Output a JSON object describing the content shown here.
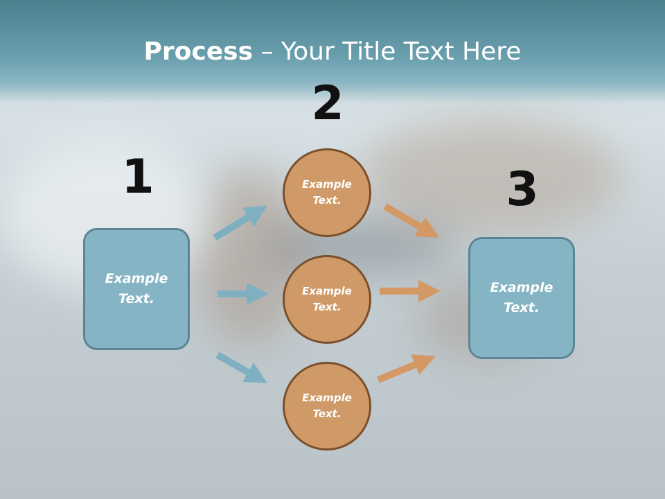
{
  "slide": {
    "title_bold": "Process",
    "title_rest": " – Your Title Text Here"
  },
  "steps": [
    {
      "number": "1",
      "text": "Example Text."
    },
    {
      "number": "2",
      "circles": [
        "Example Text.",
        "Example Text.",
        "Example Text."
      ]
    },
    {
      "number": "3",
      "text": "Example Text."
    }
  ],
  "colors": {
    "header": "#5f93a2",
    "box_fill": "#85b5c5",
    "box_border": "#5b8595",
    "circle_fill": "#d09a68",
    "circle_border": "#7a4f2c",
    "arrow_blue": "#7fb0c2",
    "arrow_orange": "#d49865"
  }
}
